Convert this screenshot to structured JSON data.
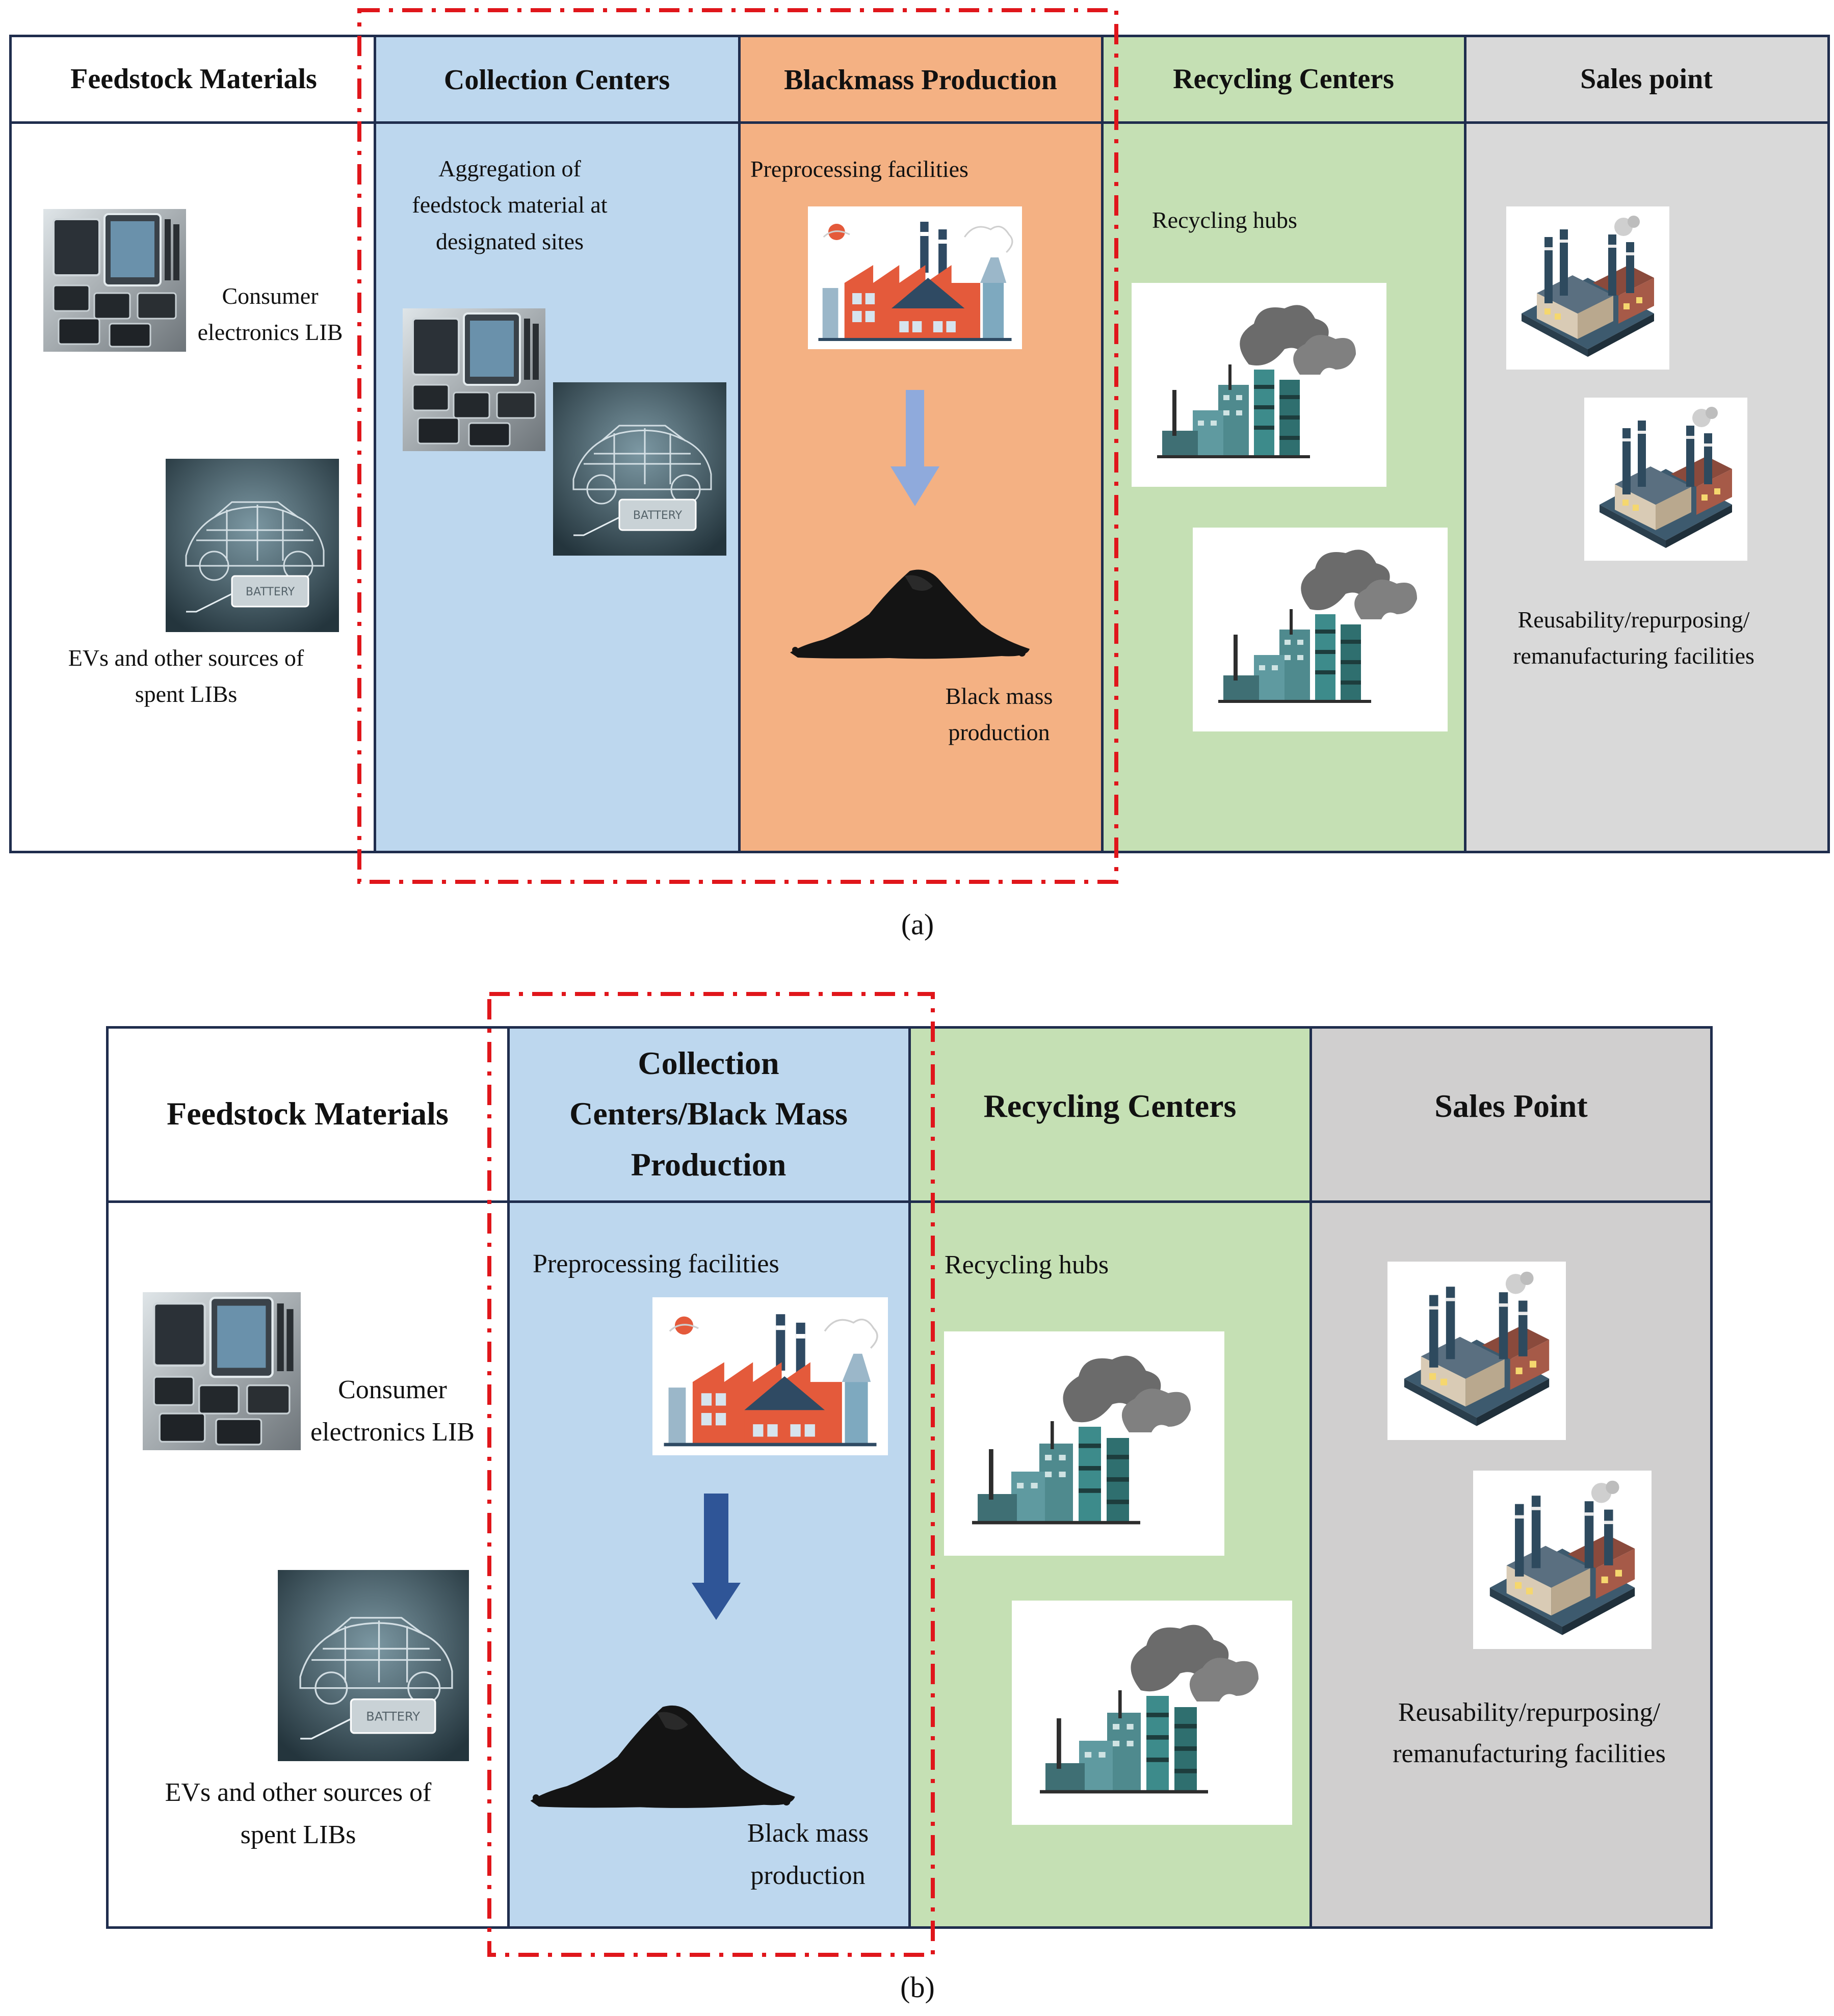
{
  "colors": {
    "border": "#1f2d4d",
    "collection_bg": "#bdd7ee",
    "blackmass_bg": "#f4b183",
    "recycling_bg": "#c5e0b4",
    "sales_bg": "#d9d9d9",
    "dash_box": "#e0161b",
    "arrow_a": "#8faadc",
    "arrow_b": "#2f5597"
  },
  "panel_a": {
    "caption": "(a)",
    "columns": {
      "feedstock": {
        "header": "Feedstock Materials",
        "consumer_label": "Consumer electronics LIB",
        "ev_label": "EVs and other sources of spent LIBs",
        "icons": [
          "electronics-photo",
          "ev-battery-photo"
        ]
      },
      "collection": {
        "header": "Collection Centers",
        "description": "Aggregation of feedstock material at designated sites",
        "icons": [
          "electronics-photo",
          "ev-battery-photo"
        ]
      },
      "blackmass": {
        "header": "Blackmass Production",
        "top_label": "Preprocessing facilities",
        "bottom_label": "Black mass production",
        "icons": [
          "factory-icon",
          "down-arrow-icon",
          "black-mass-pile"
        ]
      },
      "recycling": {
        "header": "Recycling Centers",
        "label": "Recycling hubs",
        "icons": [
          "smokestack-plant-icon",
          "smokestack-plant-icon"
        ]
      },
      "sales": {
        "header": "Sales point",
        "label": "Reusability/repurposing/ remanufacturing facilities",
        "icons": [
          "isometric-factory-icon",
          "isometric-factory-icon"
        ]
      }
    }
  },
  "panel_b": {
    "caption": "(b)",
    "columns": {
      "feedstock": {
        "header": "Feedstock Materials",
        "consumer_label": "Consumer electronics LIB",
        "ev_label": "EVs and other sources of spent LIBs"
      },
      "collection": {
        "header": "Collection Centers/Black Mass Production",
        "top_label": "Preprocessing facilities",
        "bottom_label": "Black mass production"
      },
      "recycling": {
        "header": "Recycling Centers",
        "label": "Recycling hubs"
      },
      "sales": {
        "header": "Sales Point",
        "label": "Reusability/repurposing/ remanufacturing facilities"
      }
    }
  }
}
